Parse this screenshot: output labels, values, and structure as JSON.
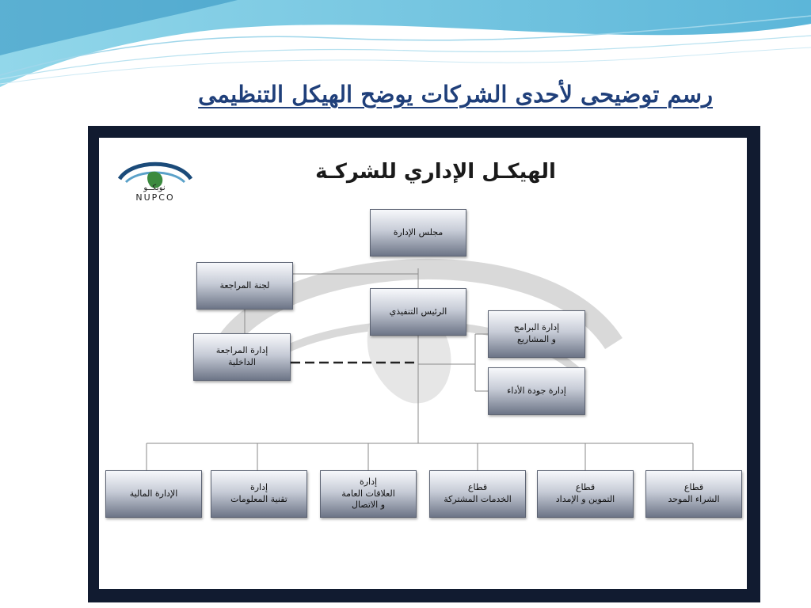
{
  "slide": {
    "title": "رسم توضيحى لأحدى الشركات يوضح الهيكل التنظيمى"
  },
  "logo": {
    "text_ar": "نوبكــو",
    "text_en": "NUPCO"
  },
  "chart": {
    "title": "الهيكـل الإداري للشركـة",
    "boxes": {
      "board": "مجلس الإدارة",
      "audit_committee": "لجنة المراجعة",
      "ceo": "الرئيس التنفيذي",
      "internal_audit": "إدارة المراجعة\nالداخلية",
      "programs": "إدارة البرامج\nو المشاريع",
      "performance_quality": "إدارة جودة الأداء",
      "finance": "الإدارة المالية",
      "it": "إدارة\nتقنية المعلومات",
      "public_relations": "إدارة\nالعلاقات العامة\nو الاتصال",
      "shared_services": "قطاع\nالخدمات المشتركة",
      "supply": "قطاع\nالتموين و الإمداد",
      "procurement": "قطاع\nالشراء الموحد"
    }
  },
  "colors": {
    "title": "#1f3f7a",
    "frame": "#111b30",
    "wave": "#5fb8d8"
  }
}
